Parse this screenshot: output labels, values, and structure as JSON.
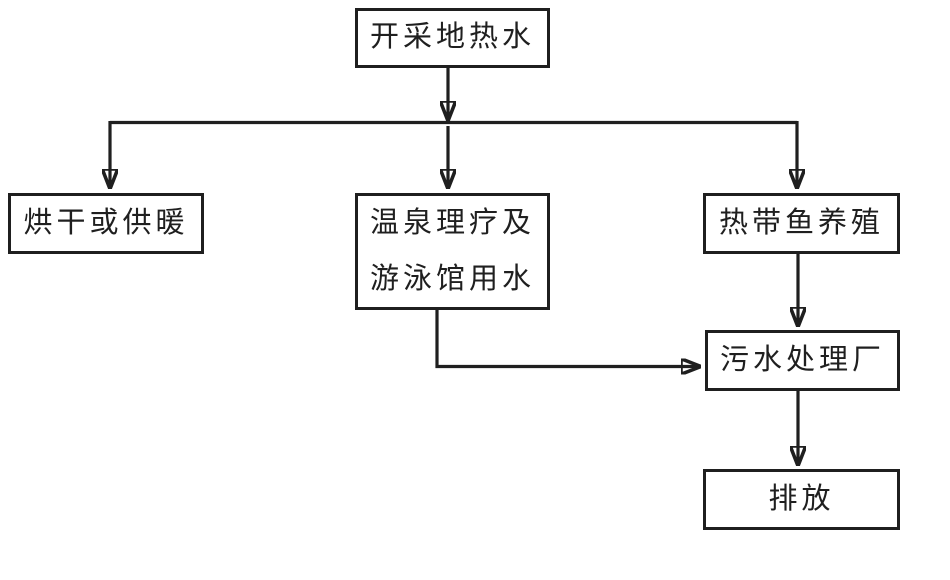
{
  "diagram": {
    "type": "flowchart",
    "background_color": "#ffffff",
    "line_color": "#1f1f1f",
    "nodes": {
      "source": {
        "label": "开采地热水"
      },
      "drying": {
        "label": "烘干或供暖"
      },
      "spa": {
        "label_line1": "温泉理疗及",
        "label_line2": "游泳馆用水"
      },
      "fish": {
        "label": "热带鱼养殖"
      },
      "sewage": {
        "label": "污水处理厂"
      },
      "discharge": {
        "label": "排放"
      }
    },
    "edges": [
      {
        "from": "开采地热水",
        "to": "烘干或供暖"
      },
      {
        "from": "开采地热水",
        "to": "温泉理疗及游泳馆用水"
      },
      {
        "from": "开采地热水",
        "to": "热带鱼养殖"
      },
      {
        "from": "温泉理疗及游泳馆用水",
        "to": "污水处理厂"
      },
      {
        "from": "热带鱼养殖",
        "to": "污水处理厂"
      },
      {
        "from": "污水处理厂",
        "to": "排放"
      }
    ]
  }
}
